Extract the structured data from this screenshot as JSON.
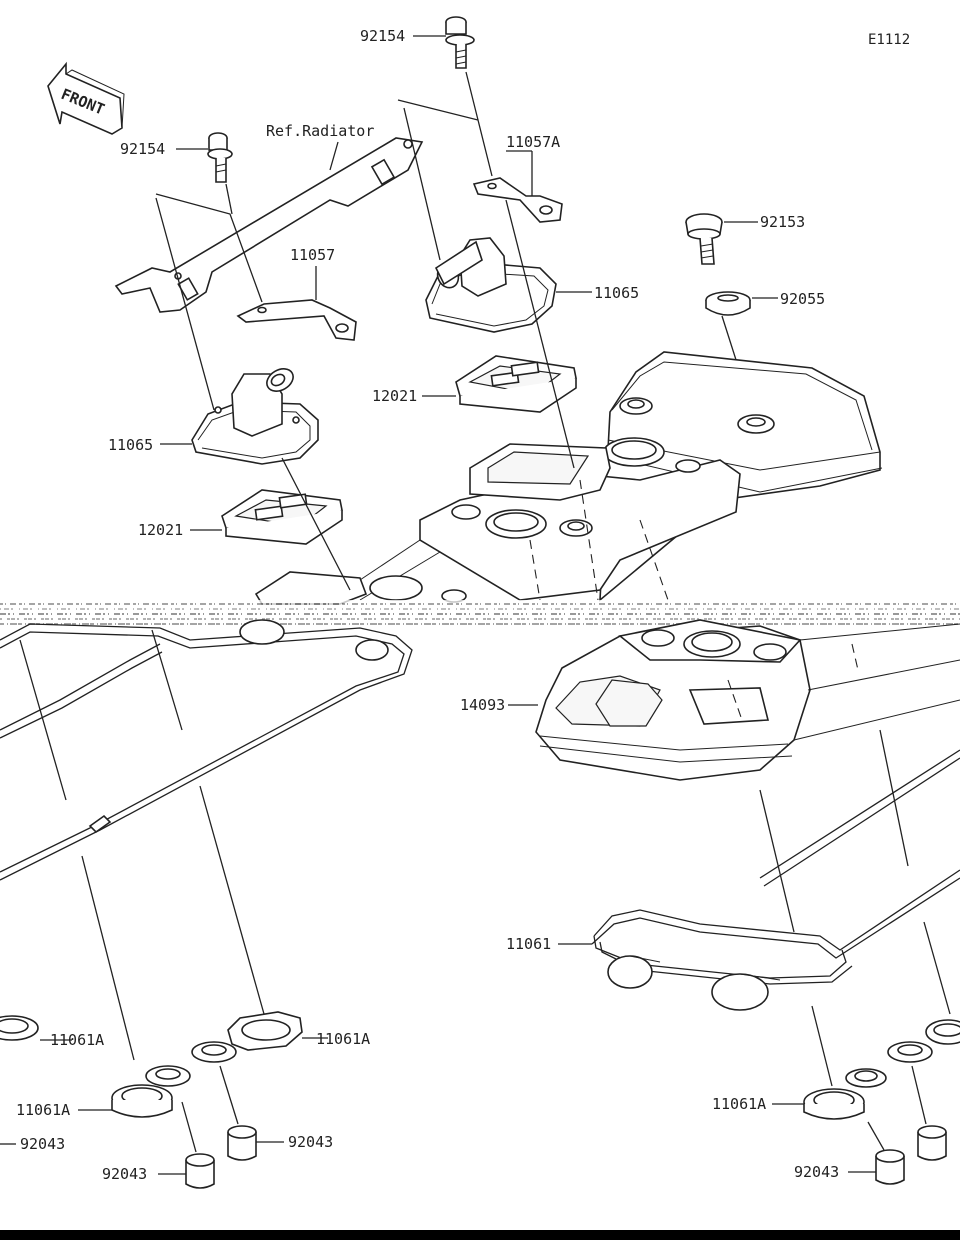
{
  "diagram": {
    "figure_code": "E1112",
    "front_label": "FRONT",
    "ref_label": "Ref.Radiator",
    "callouts": [
      {
        "id": "c1",
        "text": "92154"
      },
      {
        "id": "c2",
        "text": "92154"
      },
      {
        "id": "c3",
        "text": "11057A"
      },
      {
        "id": "c4",
        "text": "11057"
      },
      {
        "id": "c5",
        "text": "92153"
      },
      {
        "id": "c6",
        "text": "11065"
      },
      {
        "id": "c7",
        "text": "92055"
      },
      {
        "id": "c8",
        "text": "12021"
      },
      {
        "id": "c9",
        "text": "11065"
      },
      {
        "id": "c10",
        "text": "12021"
      },
      {
        "id": "c11",
        "text": "14093"
      },
      {
        "id": "c12",
        "text": "11061"
      },
      {
        "id": "c13",
        "text": "11061A"
      },
      {
        "id": "c14",
        "text": "11061A"
      },
      {
        "id": "c15",
        "text": "11061A"
      },
      {
        "id": "c16",
        "text": "92043"
      },
      {
        "id": "c17",
        "text": "92043"
      },
      {
        "id": "c18",
        "text": "11061A"
      },
      {
        "id": "c19",
        "text": "92043"
      },
      {
        "id": "c20",
        "text": "92043"
      }
    ]
  }
}
